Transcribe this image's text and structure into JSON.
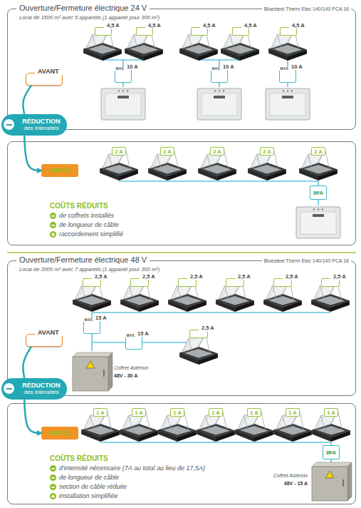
{
  "diagram": {
    "nodes": [
      {
        "text": [
          "Ouverture/Fermeture électrique 24 V",
          "Bluesteel Therm Elec 140/140 PCA 16",
          "Local de 1500 m² avec 5 appareils (1 appareil pour 300 m²)"
        ]
      },
      {
        "text": [
          "AVANT"
        ],
        "in": 0
      },
      {
        "text": [
          "4,5 A"
        ],
        "in": 0
      },
      {
        "text": [
          "4,5 A"
        ],
        "in": 0
      },
      {
        "text": [
          "4,5 A"
        ],
        "in": 0
      },
      {
        "text": [
          "4,5 A"
        ],
        "in": 0
      },
      {
        "text": [
          "4,5 A"
        ],
        "in": 0
      },
      {
        "text": [
          "10 A",
          "MAX."
        ],
        "in": 0
      },
      {
        "text": [
          "10 A",
          "MAX."
        ],
        "in": 0
      },
      {
        "text": [
          "10 A",
          "MAX."
        ],
        "in": 0
      },
      {
        "text": [
          "RÉDUCTION",
          "des intensités"
        ]
      },
      {
        "text": [
          "COÛTS RÉDUITS",
          "de coffrets installés",
          "de longueur de câble",
          "raccordement simplifié"
        ]
      },
      {
        "text": [
          "APRÈS"
        ],
        "in": 11
      },
      {
        "text": [
          "2 A"
        ],
        "in": 11
      },
      {
        "text": [
          "2 A"
        ],
        "in": 11
      },
      {
        "text": [
          "2 A"
        ],
        "in": 11
      },
      {
        "text": [
          "2 A"
        ],
        "in": 11
      },
      {
        "text": [
          "2 A"
        ],
        "in": 11
      },
      {
        "text": [
          "10 A",
          "MAX."
        ],
        "in": 11
      },
      {
        "text": [
          "Ouverture/Fermeture électrique 48 V",
          "Bluesteel Therm Elec 140/140 PCA 16",
          "Local de 2000 m² avec 7 appareils (1 appareil pour 300 m²)"
        ]
      },
      {
        "text": [
          "AVANT"
        ],
        "in": 19
      },
      {
        "text": [
          "2,5 A"
        ],
        "in": 19
      },
      {
        "text": [
          "2,5 A"
        ],
        "in": 19
      },
      {
        "text": [
          "2,5 A"
        ],
        "in": 19
      },
      {
        "text": [
          "2,5 A"
        ],
        "in": 19
      },
      {
        "text": [
          "2,5 A"
        ],
        "in": 19
      },
      {
        "text": [
          "2,5 A"
        ],
        "in": 19
      },
      {
        "text": [
          "15 A",
          "MAX."
        ],
        "in": 19
      },
      {
        "text": [
          "15 A",
          "MAX."
        ],
        "in": 19
      },
      {
        "text": [
          "2,5 A"
        ],
        "in": 19
      },
      {
        "text": [
          "RÉDUCTION",
          "des intensités"
        ]
      },
      {
        "text": [
          "COÛTS RÉDUITS",
          "d'intensité nécessaire (7A au total au lieu de 17,5A)",
          "de longueur de câble",
          "section de câble réduite",
          "installation simplifiée"
        ]
      },
      {
        "text": [
          "APRÈS"
        ],
        "in": 31
      },
      {
        "text": [
          "1 A"
        ],
        "in": 31
      },
      {
        "text": [
          "1 A"
        ],
        "in": 31
      },
      {
        "text": [
          "1 A"
        ],
        "in": 31
      },
      {
        "text": [
          "1 A"
        ],
        "in": 31
      },
      {
        "text": [
          "1 A"
        ],
        "in": 31
      },
      {
        "text": [
          "1 A"
        ],
        "in": 31
      },
      {
        "text": [
          "1 A"
        ],
        "in": 31
      },
      {
        "text": [
          "15 A",
          "MAX."
        ],
        "in": 31
      }
    ],
    "edges": [
      {
        "from": 1,
        "to": 10,
        "arrow": "none"
      },
      {
        "from": 10,
        "to": 12,
        "arrow": "to"
      },
      {
        "from": 20,
        "to": 30,
        "arrow": "none"
      },
      {
        "from": 30,
        "to": 32,
        "arrow": "to"
      }
    ],
    "labels": [
      "Coffret Astérion",
      "48V - 30 A",
      "Coffret Astérion",
      "48V - 15 A"
    ]
  }
}
